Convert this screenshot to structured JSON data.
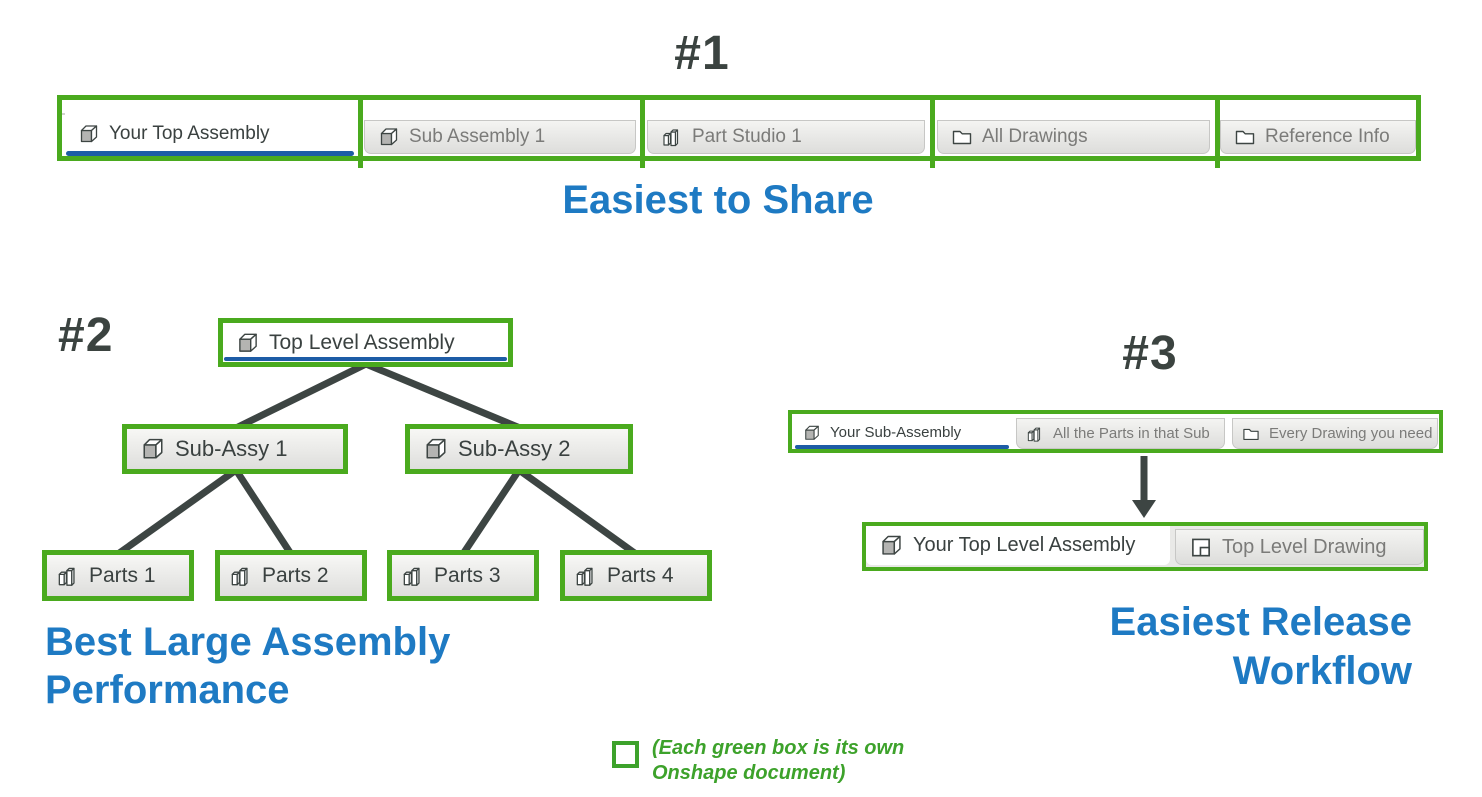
{
  "colors": {
    "document_green": "#4aaa1e",
    "heading_blue": "#1e7ac3",
    "active_tab_underline": "#1d5ca6",
    "dark_text": "#3b4340",
    "tree_line": "#3d4543",
    "legend_green": "#3da22b"
  },
  "s1": {
    "heading": "#1",
    "caption": "Easiest to Share",
    "tabs": [
      {
        "label": "Your Top Assembly",
        "icon": "assembly-icon",
        "active": true
      },
      {
        "label": "Sub Assembly 1",
        "icon": "assembly-icon",
        "active": false
      },
      {
        "label": "Part Studio 1",
        "icon": "part-studio-icon",
        "active": false
      },
      {
        "label": "All Drawings",
        "icon": "folder-icon",
        "active": false
      },
      {
        "label": "Reference Info",
        "icon": "folder-icon",
        "active": false
      }
    ]
  },
  "s2": {
    "heading": "#2",
    "caption_line1": "Best Large Assembly",
    "caption_line2": "Performance",
    "root": {
      "label": "Top Level Assembly",
      "icon": "assembly-icon"
    },
    "subs": [
      {
        "label": "Sub-Assy 1",
        "icon": "assembly-icon"
      },
      {
        "label": "Sub-Assy 2",
        "icon": "assembly-icon"
      }
    ],
    "parts": [
      {
        "label": "Parts 1",
        "icon": "part-studio-icon"
      },
      {
        "label": "Parts 2",
        "icon": "part-studio-icon"
      },
      {
        "label": "Parts 3",
        "icon": "part-studio-icon"
      },
      {
        "label": "Parts 4",
        "icon": "part-studio-icon"
      }
    ]
  },
  "s3": {
    "heading": "#3",
    "caption_line1": "Easiest Release",
    "caption_line2": "Workflow",
    "top_bar_tabs": [
      {
        "label": "Your Sub-Assembly",
        "icon": "assembly-icon",
        "active": true
      },
      {
        "label": "All the Parts in that Sub",
        "icon": "part-studio-icon",
        "active": false
      },
      {
        "label": "Every Drawing you need",
        "icon": "folder-icon",
        "active": false
      }
    ],
    "bottom_bar_tabs": [
      {
        "label": "Your Top Level Assembly",
        "icon": "assembly-icon",
        "active": true
      },
      {
        "label": "Top Level Drawing",
        "icon": "drawing-icon",
        "active": false
      }
    ]
  },
  "legend": {
    "line1": "(Each green box is its own",
    "line2": "Onshape document)"
  }
}
